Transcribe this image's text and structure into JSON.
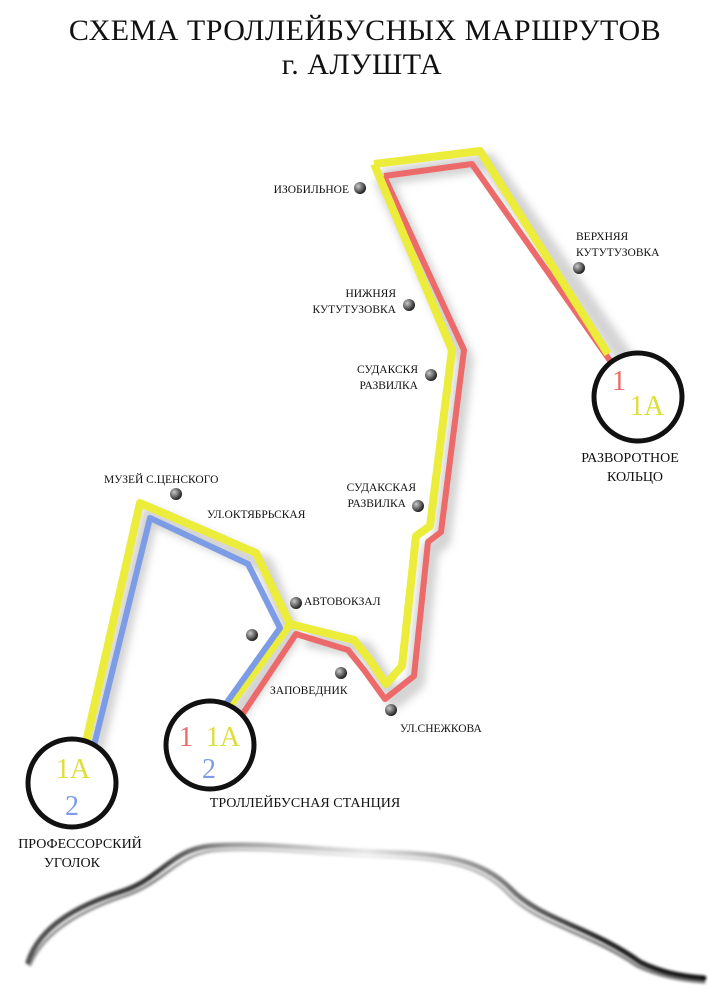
{
  "header": {
    "title_line1": "СХЕМА ТРОЛЛЕЙБУСНЫХ МАРШРУТОВ",
    "title_line2": "г. АЛУШТА"
  },
  "colors": {
    "route_1": "#ec6a6a",
    "route_1a": "#ecec3a",
    "route_2": "#7d9ce6",
    "shadow": "#c9c9c9",
    "coast": "#222222"
  },
  "stops": {
    "izobilnoe": "ИЗОБИЛЬНОЕ",
    "verkhnyaya": [
      "ВЕРХНЯЯ",
      "КУТУТУЗОВКА"
    ],
    "nizhnyaya": [
      "НИЖНЯЯ",
      "КУТУТУЗОВКА"
    ],
    "sudakskaya_1": [
      "СУДАКСКЯ",
      "РАЗВИЛКА"
    ],
    "sudakskaya_2": [
      "СУДАКСКАЯ",
      "РАЗВИЛКА"
    ],
    "muzey": "МУЗЕЙ С.ЦЕНСКОГО",
    "oktyabrskaya": "УЛ.ОКТЯБРЬСКАЯ",
    "avtovokzal": "АВТОВОКЗАЛ",
    "zapovednik": "ЗАПОВЕДНИК",
    "snezhkova": "УЛ.СНЕЖКОВА"
  },
  "terminals": {
    "razvorotnoe": {
      "label": [
        "РАЗВОРОТНОЕ",
        "КОЛЬЦО"
      ],
      "routes": [
        "1",
        "1А"
      ]
    },
    "station": {
      "label": "ТРОЛЛЕЙБУСНАЯ СТАНЦИЯ",
      "routes": [
        "1",
        "1А",
        "2"
      ]
    },
    "professorsky": {
      "label": [
        "ПРОФЕССОРСКИЙ",
        "УГОЛОК"
      ],
      "routes": [
        "1А",
        "2"
      ]
    }
  }
}
